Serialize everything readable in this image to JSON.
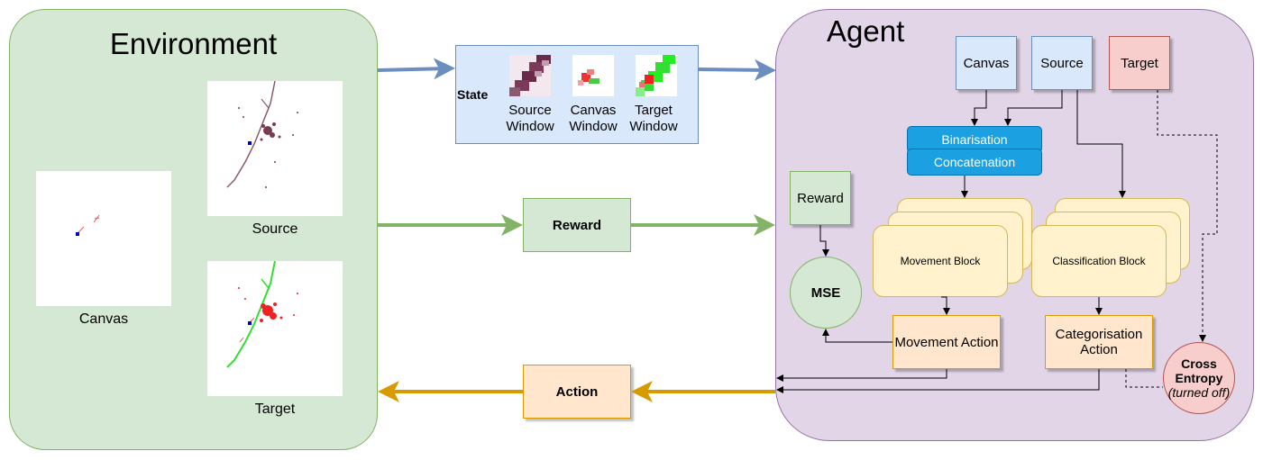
{
  "environment": {
    "title": "Environment",
    "canvas_label": "Canvas",
    "source_label": "Source",
    "target_label": "Target"
  },
  "state": {
    "label": "State",
    "windows": [
      "Source Window",
      "Canvas Window",
      "Target Window"
    ]
  },
  "reward_label": "Reward",
  "action_label": "Action",
  "agent": {
    "title": "Agent",
    "inputs": {
      "canvas": "Canvas",
      "source": "Source",
      "target": "Target"
    },
    "binarisation": "Binarisation",
    "concatenation": "Concatenation",
    "reward": "Reward",
    "mse": "MSE",
    "movement_block": "Movement Block",
    "classification_block": "Classification Block",
    "movement_action": "Movement Action",
    "categorisation_action": "Categorisation Action",
    "cross_entropy": "Cross Entropy",
    "cross_entropy_note": "(turned off)"
  },
  "colors": {
    "state_arrow": "#6c8ebf",
    "reward_arrow": "#82b366",
    "action_arrow": "#d79b00"
  }
}
